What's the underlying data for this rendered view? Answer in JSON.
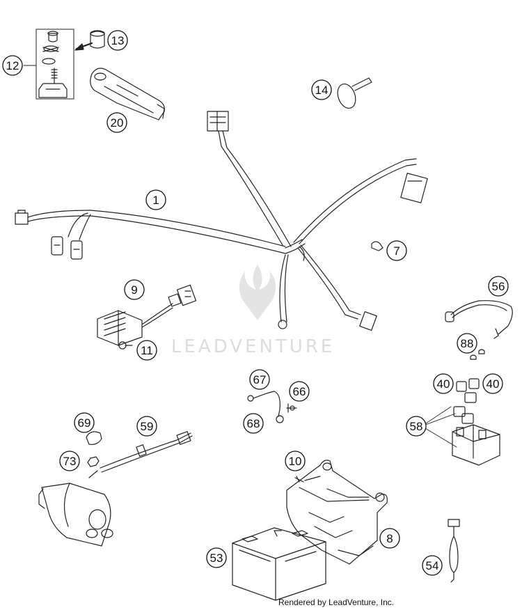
{
  "watermark": {
    "text": "LEADVENTURE"
  },
  "credit": "Rendered by LeadVenture, Inc.",
  "callouts": [
    {
      "id": "c1",
      "label": "1"
    },
    {
      "id": "c7",
      "label": "7"
    },
    {
      "id": "c8",
      "label": "8"
    },
    {
      "id": "c9",
      "label": "9"
    },
    {
      "id": "c10",
      "label": "10"
    },
    {
      "id": "c11",
      "label": "11"
    },
    {
      "id": "c12",
      "label": "12"
    },
    {
      "id": "c13",
      "label": "13"
    },
    {
      "id": "c14",
      "label": "14"
    },
    {
      "id": "c20",
      "label": "20"
    },
    {
      "id": "c40a",
      "label": "40"
    },
    {
      "id": "c40b",
      "label": "40"
    },
    {
      "id": "c53",
      "label": "53"
    },
    {
      "id": "c54",
      "label": "54"
    },
    {
      "id": "c56",
      "label": "56"
    },
    {
      "id": "c58",
      "label": "58"
    },
    {
      "id": "c59",
      "label": "59"
    },
    {
      "id": "c66",
      "label": "66"
    },
    {
      "id": "c67",
      "label": "67"
    },
    {
      "id": "c68",
      "label": "68"
    },
    {
      "id": "c69",
      "label": "69"
    },
    {
      "id": "c73",
      "label": "73"
    },
    {
      "id": "c88",
      "label": "88"
    }
  ],
  "colors": {
    "line": "#222222",
    "watermark": "#d9d9d9"
  }
}
